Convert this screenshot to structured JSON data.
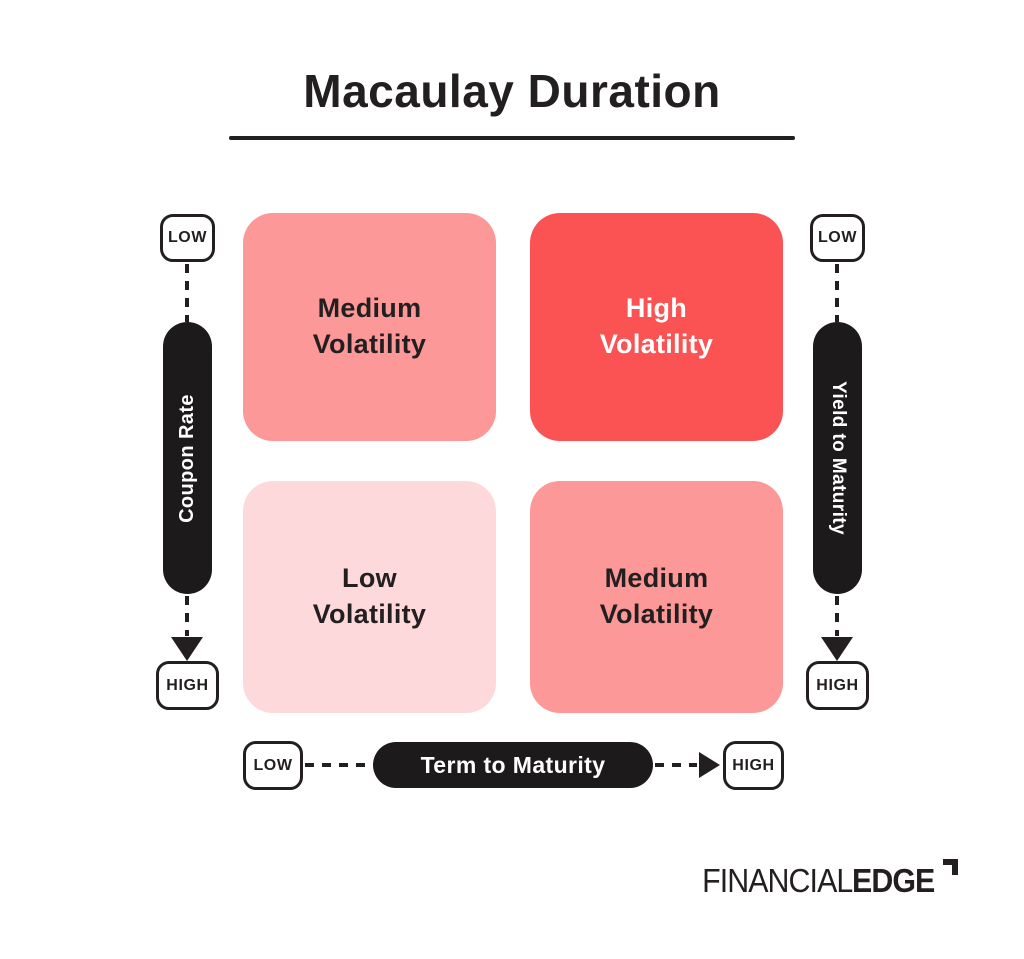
{
  "title": {
    "text": "Macaulay Duration"
  },
  "quadrants": [
    {
      "id": "top-left",
      "label": "Medium\nVolatility",
      "bg": "#FC9898",
      "text_color": "#231F20"
    },
    {
      "id": "top-right",
      "label": "High\nVolatility",
      "bg": "#FB5353",
      "text_color": "#FFFFFF"
    },
    {
      "id": "bottom-left",
      "label": "Low\nVolatility",
      "bg": "#FED9DB",
      "text_color": "#231F20"
    },
    {
      "id": "bottom-right",
      "label": "Medium\nVolatility",
      "bg": "#FC9898",
      "text_color": "#231F20"
    }
  ],
  "axes": {
    "left": {
      "label": "Coupon Rate",
      "start": "LOW",
      "end": "HIGH"
    },
    "right": {
      "label": "Yield to Maturity",
      "start": "LOW",
      "end": "HIGH"
    },
    "bottom": {
      "label": "Term to Maturity",
      "start": "LOW",
      "end": "HIGH"
    }
  },
  "logo": {
    "part1": "FINANCIAL",
    "part2": "EDGE"
  },
  "colors": {
    "background": "#FFFFFF",
    "ink": "#231F20",
    "axis_pill": "#1D1A1B",
    "pink_medium": "#FC9898",
    "red_high": "#FB5353",
    "pink_low": "#FED9DB"
  }
}
